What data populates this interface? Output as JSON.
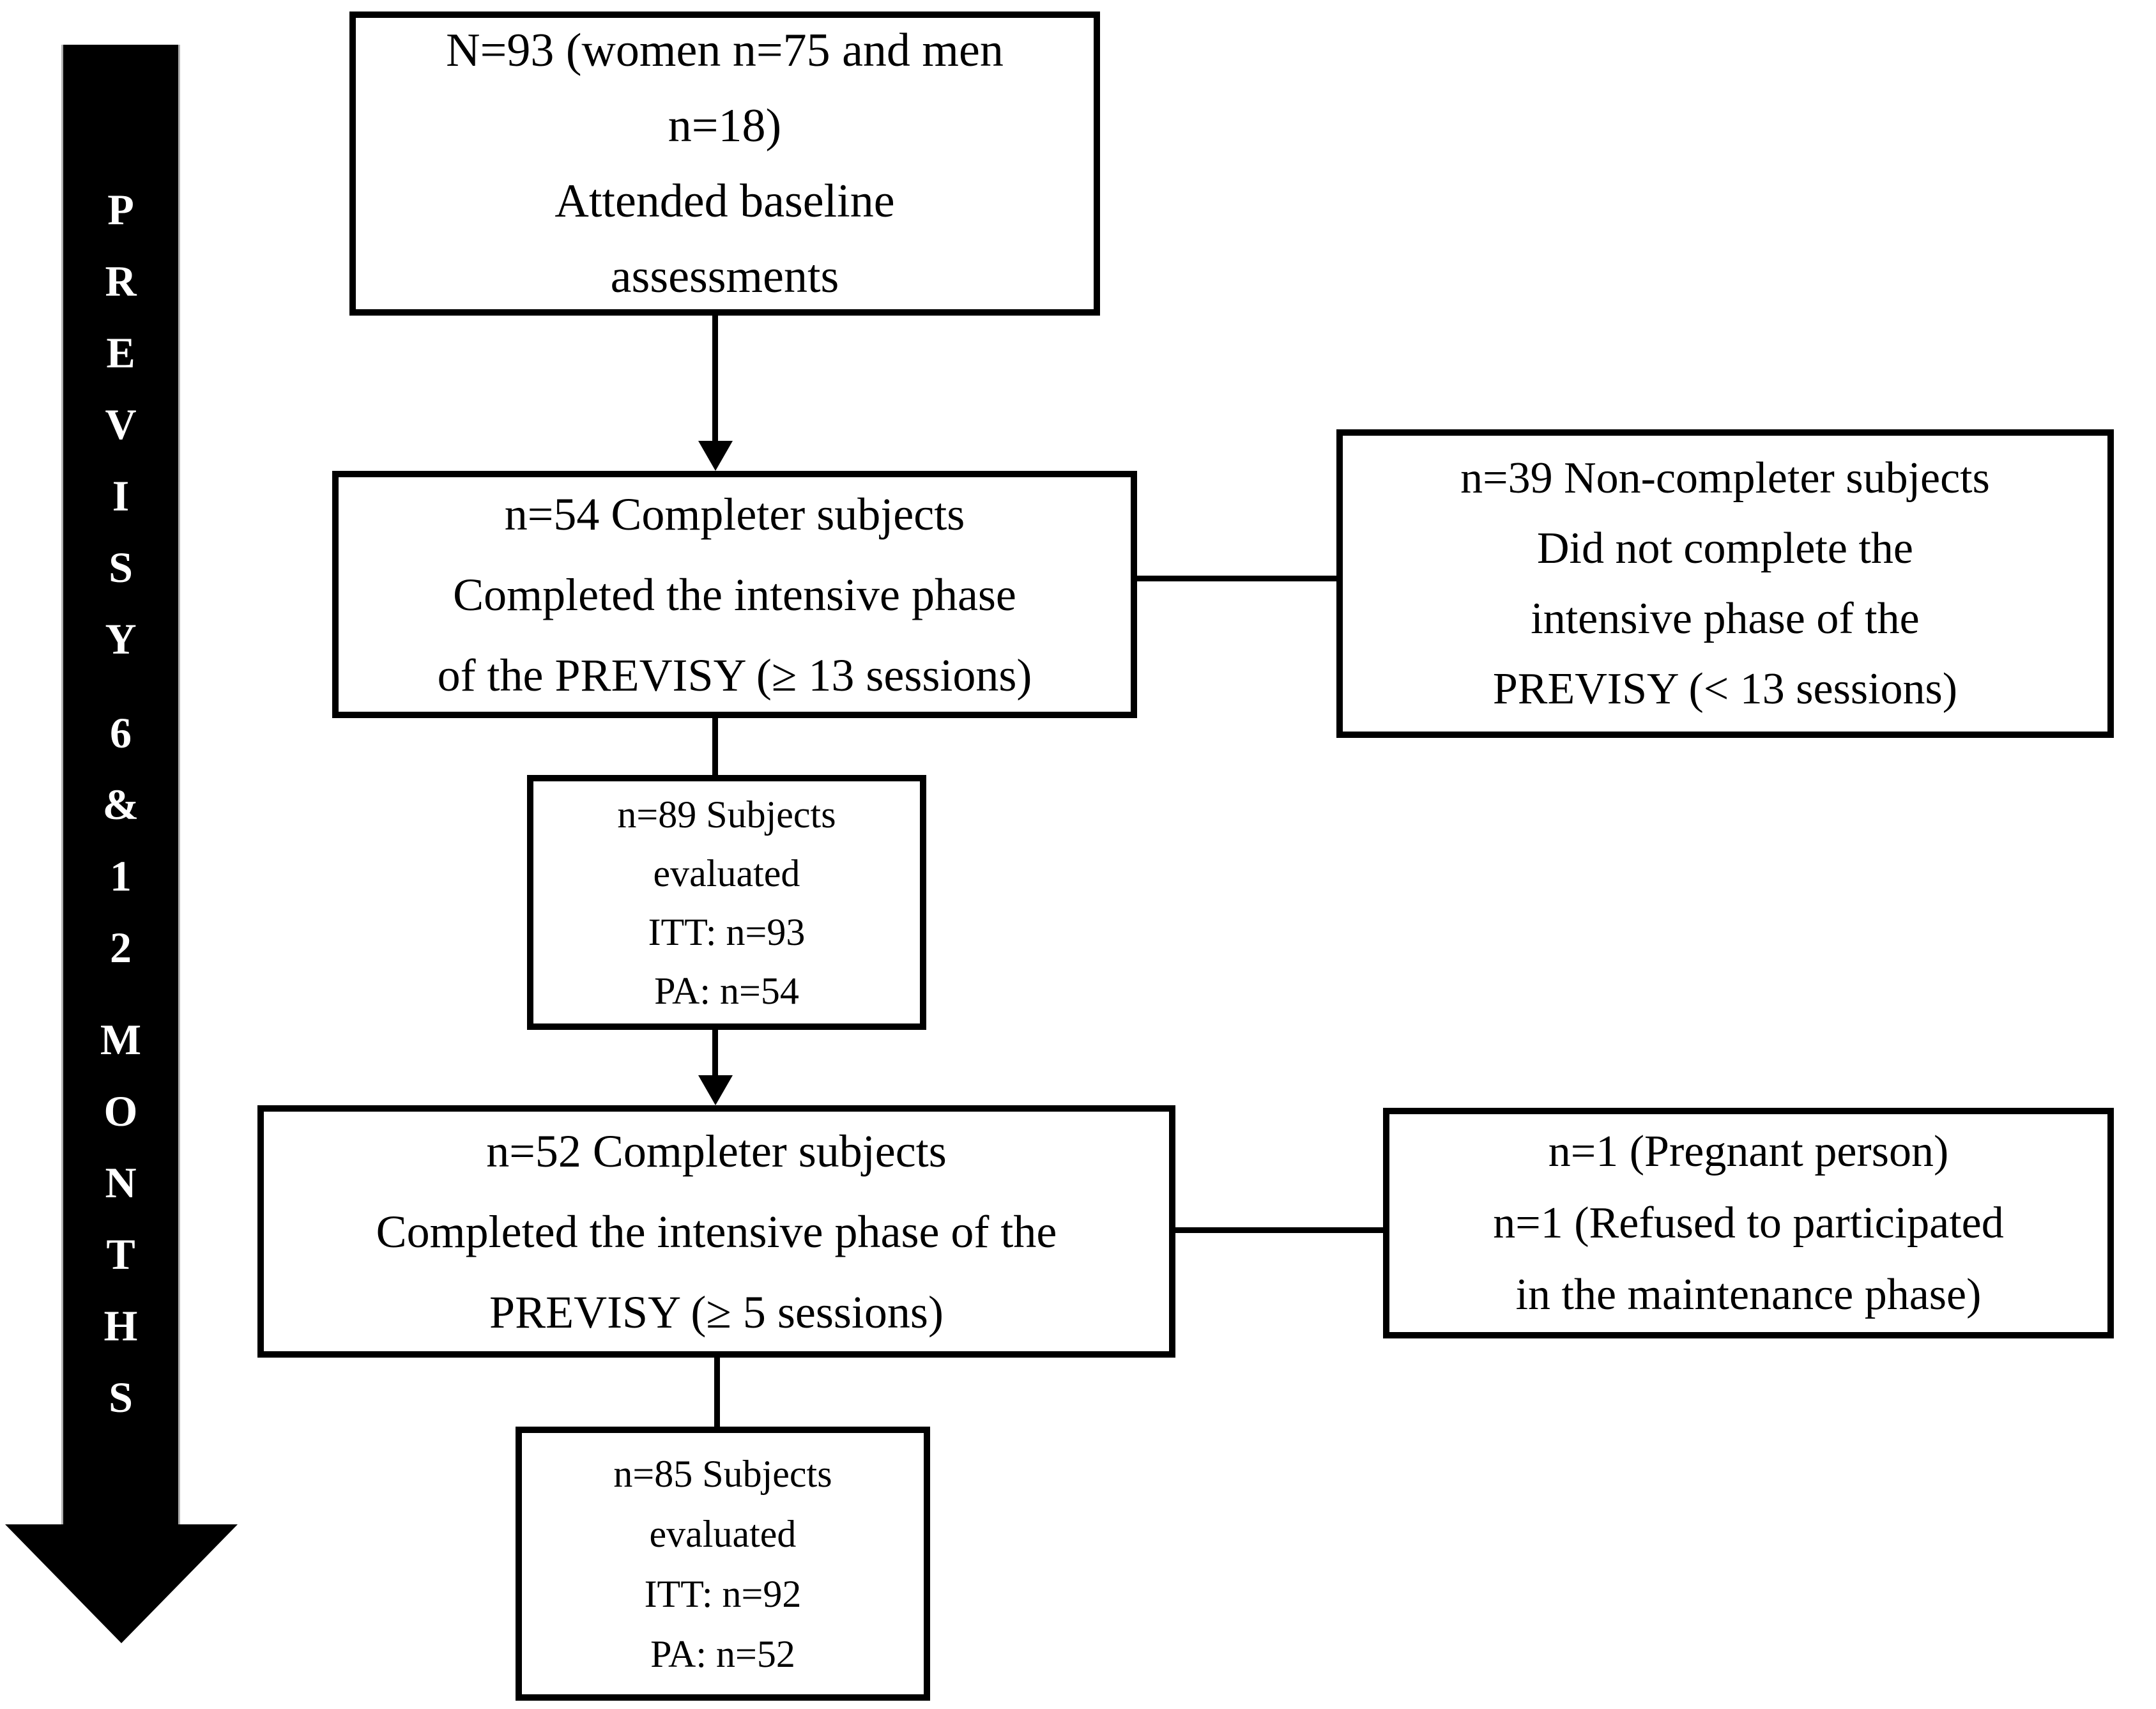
{
  "figure": {
    "background_color": "#ffffff",
    "ink_color": "#000000"
  },
  "timeline_arrow": {
    "fill_color": "#000000",
    "letter_color": "#ffffff",
    "groups": [
      "PREVISY",
      "6&12",
      "MONTHS"
    ]
  },
  "boxes": {
    "baseline": {
      "text": "N=93 (women n=75 and men\nn=18)\nAttended baseline\nassessments"
    },
    "completer_13": {
      "text": "n=54 Completer subjects\nCompleted the intensive phase\nof the PREVISY (≥ 13 sessions)"
    },
    "non_completer": {
      "text": "n=39 Non-completer subjects\nDid not complete the\nintensive phase of the\nPREVISY (< 13 sessions)"
    },
    "evaluated_6m": {
      "text": "n=89 Subjects\nevaluated\nITT: n=93\nPA: n=54"
    },
    "completer_5": {
      "text": "n=52 Completer subjects\nCompleted the intensive phase of the\nPREVISY (≥ 5 sessions)"
    },
    "excluded_maintenance": {
      "text": "n=1 (Pregnant person)\nn=1 (Refused to participated\nin the maintenance phase)"
    },
    "evaluated_12m": {
      "text": "n=85 Subjects\nevaluated\nITT: n=92\nPA: n=52"
    }
  }
}
